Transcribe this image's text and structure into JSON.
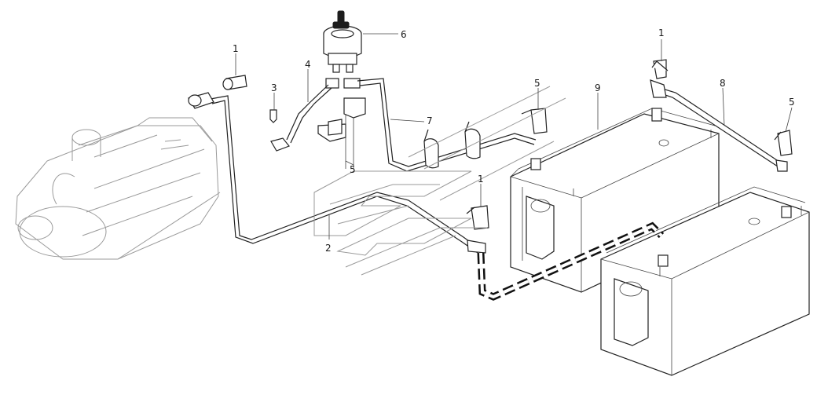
{
  "diagram": {
    "callouts": {
      "starter_cable_terminal": "1",
      "switch_to_battery_terminal": "1",
      "top_battery_terminal": "1",
      "battery_cable_long": "2",
      "small_bolt": "3",
      "switch_short_cable": "4",
      "switch_terminal_caps": "5",
      "battery_terminal_cap_right": "5",
      "battery_terminal_cap_left": "5",
      "battery_master_switch": "6",
      "switch_to_battery_cable": "7",
      "battery_link_cable": "8",
      "battery_front": "9"
    },
    "colors": {
      "line": "#222222",
      "background": "#ffffff",
      "ground_strap": "#111111",
      "faint": "#9a9a9a"
    }
  }
}
